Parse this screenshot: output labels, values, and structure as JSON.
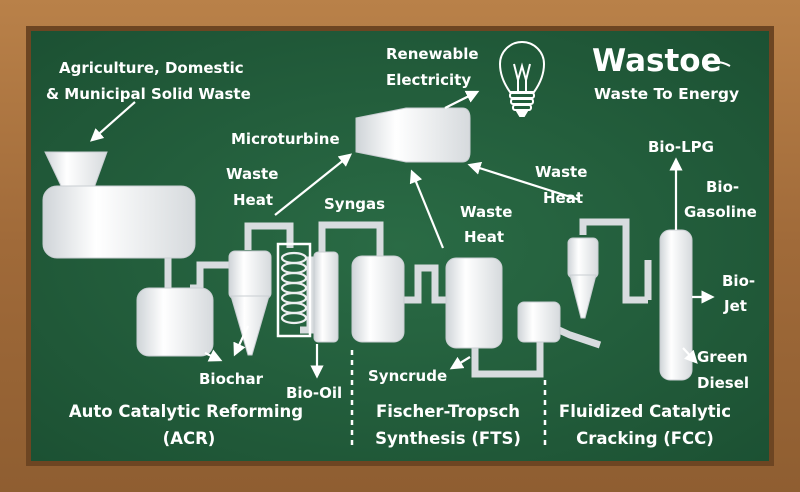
{
  "logo": {
    "brand_text": "Wastoe",
    "tagline": "Waste To Energy"
  },
  "labels": {
    "feedstock_line1": "Agriculture, Domestic",
    "feedstock_line2": "& Municipal Solid Waste",
    "renewable_line1": "Renewable",
    "renewable_line2": "Electricity",
    "microturbine": "Microturbine",
    "waste_heat_1_line1": "Waste",
    "waste_heat_1_line2": "Heat",
    "syngas": "Syngas",
    "waste_heat_2_line1": "Waste",
    "waste_heat_2_line2": "Heat",
    "waste_heat_3_line1": "Waste",
    "waste_heat_3_line2": "Heat",
    "bio_lpg": "Bio-LPG",
    "bio_gasoline_line1": "Bio-",
    "bio_gasoline_line2": "Gasoline",
    "bio_jet_line1": "Bio-",
    "bio_jet_line2": "Jet",
    "green_diesel_line1": "Green",
    "green_diesel_line2": "Diesel",
    "biochar": "Biochar",
    "bio_oil": "Bio-Oil",
    "syncrude": "Syncrude"
  },
  "sections": {
    "acr_line1": "Auto Catalytic Reforming",
    "acr_line2": "(ACR)",
    "fts_line1": "Fischer-Tropsch",
    "fts_line2": "Synthesis (FTS)",
    "fcc_line1": "Fluidized Catalytic",
    "fcc_line2": "Cracking (FCC)"
  },
  "colors": {
    "board": "#1f5a38",
    "frame": "#a9733f",
    "equipment": "#eceeef",
    "text": "#ffffff"
  },
  "icons": [
    "lightbulb-icon",
    "logo-leaf-icon"
  ]
}
